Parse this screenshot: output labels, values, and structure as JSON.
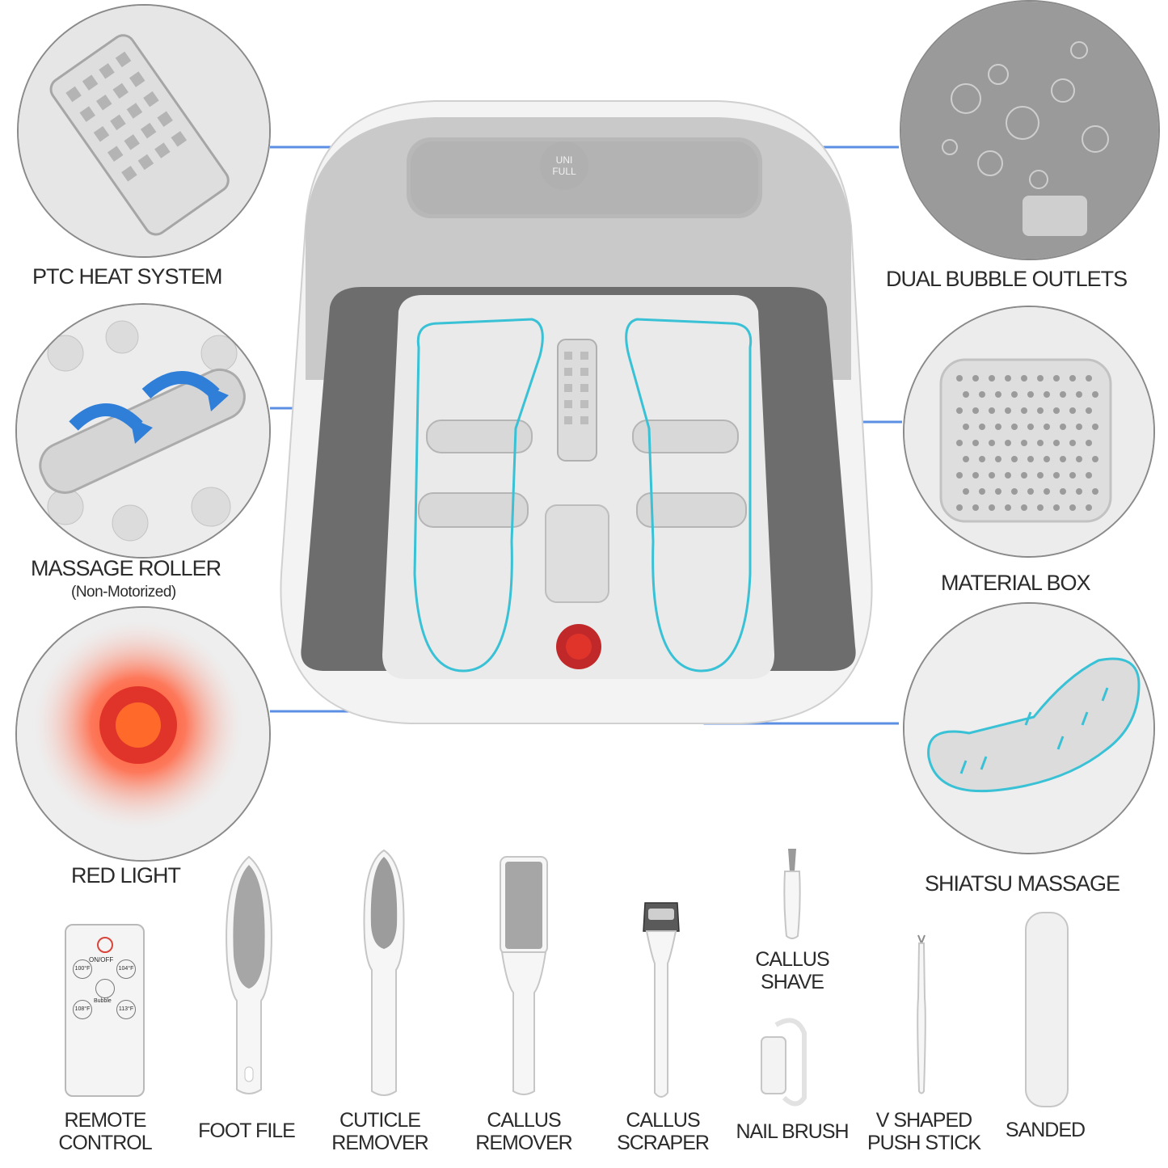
{
  "features": {
    "ptc_heat": "PTC HEAT SYSTEM",
    "dual_bubble": "DUAL BUBBLE OUTLETS",
    "massage_roller": "MASSAGE ROLLER",
    "massage_roller_note": "(Non-Motorized)",
    "material_box": "MATERIAL BOX",
    "red_light": "RED LIGHT",
    "shiatsu": "SHIATSU MASSAGE"
  },
  "device": {
    "logo_line1": "UNI",
    "logo_line2": "FULL"
  },
  "remote": {
    "on_off": "ON/OFF",
    "temp_100": "100°F",
    "temp_104": "104°F",
    "temp_108": "108°F",
    "temp_113": "113°F",
    "bubble": "Bubble"
  },
  "accessories": {
    "remote_control": [
      "REMOTE",
      "CONTROL"
    ],
    "foot_file": "FOOT FILE",
    "cuticle_remover": [
      "CUTICLE",
      "REMOVER"
    ],
    "callus_remover": [
      "CALLUS",
      "REMOVER"
    ],
    "callus_scraper": [
      "CALLUS",
      "SCRAPER"
    ],
    "callus_shave": [
      "CALLUS",
      "SHAVE"
    ],
    "nail_brush": "NAIL BRUSH",
    "v_shaped_push_stick": [
      "V SHAPED",
      "PUSH STICK"
    ],
    "sanded": "SANDED"
  },
  "colors": {
    "callout_line": "#5b8fe3",
    "foot_outline": "#39c1d6",
    "red_light": "#e0342a",
    "basin_gray": "#6d6d6d",
    "shell_gray": "#d9d9d9"
  }
}
